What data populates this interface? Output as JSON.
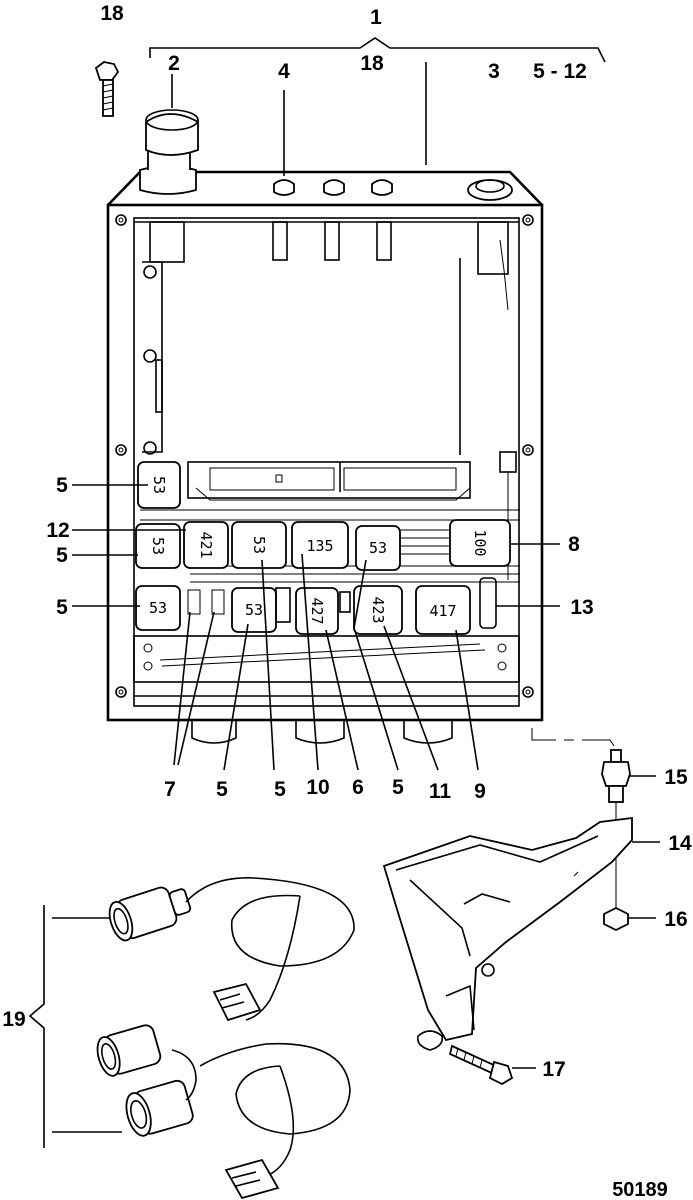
{
  "callouts": {
    "c1": "1",
    "c2": "2",
    "c3": "3",
    "c4": "4",
    "c5_12": "5 - 12",
    "c18_bracket": "18",
    "c18_screw": "18",
    "c5_a": "5",
    "c5_b": "5",
    "c5_c": "5",
    "c12": "12",
    "c8": "8",
    "c13": "13",
    "c7": "7",
    "c5_d": "5",
    "c5_e": "5",
    "c10": "10",
    "c6": "6",
    "c5_f": "5",
    "c11": "11",
    "c9": "9",
    "c15": "15",
    "c14": "14",
    "c16": "16",
    "c17": "17",
    "c19": "19"
  },
  "relay_codes": {
    "r_top_left": "53",
    "r_left_1": "53",
    "r_left_2": "53",
    "r_421": "421",
    "r_mid_53a": "53",
    "r_135": "135",
    "r_mid_53b": "53",
    "r_100": "100",
    "r_bot_53": "53",
    "r_427": "427",
    "r_423": "423",
    "r_417": "417"
  },
  "figure_number": "50189"
}
